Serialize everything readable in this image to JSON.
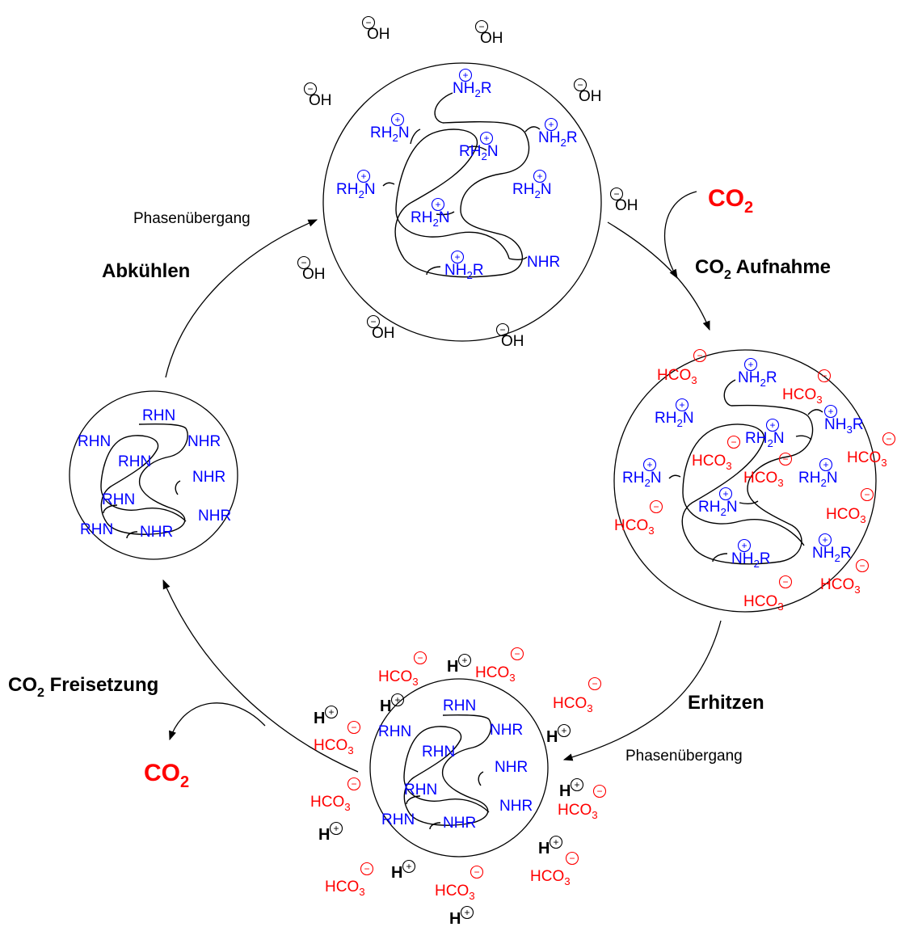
{
  "colors": {
    "amine": "#0000ff",
    "anion": "#ff0000",
    "black": "#000000"
  },
  "labels": {
    "co2_in": "CO",
    "co2_in_sub": "2",
    "co2_aufnahme": "CO",
    "co2_aufnahme_sub": "2",
    "co2_aufnahme_word": " Aufnahme",
    "erhitzen": "Erhitzen",
    "phase_right": "Phasenübergang",
    "phase_left": "Phasenübergang",
    "abkuehlen": "Abkühlen",
    "freisetzung": "CO",
    "freisetzung_sub": "2",
    "freisetzung_word": " Freisetzung",
    "co2_out": "CO",
    "co2_out_sub": "2"
  },
  "ions": {
    "oh": "OH",
    "hco": "HCO",
    "hco_sub": "3",
    "h": "H",
    "minus": "−",
    "plus": "+"
  },
  "amines": {
    "nh2r": "NH",
    "nh2r_sub": "2",
    "nh2r_tail": "R",
    "rh2n": "RH",
    "rh2n_sub": "2",
    "rh2n_tail": "N",
    "nh3r": "NH",
    "nh3r_sub": "3",
    "nh3r_tail": "R",
    "nhr": "NHR",
    "rhn": "RHN"
  }
}
